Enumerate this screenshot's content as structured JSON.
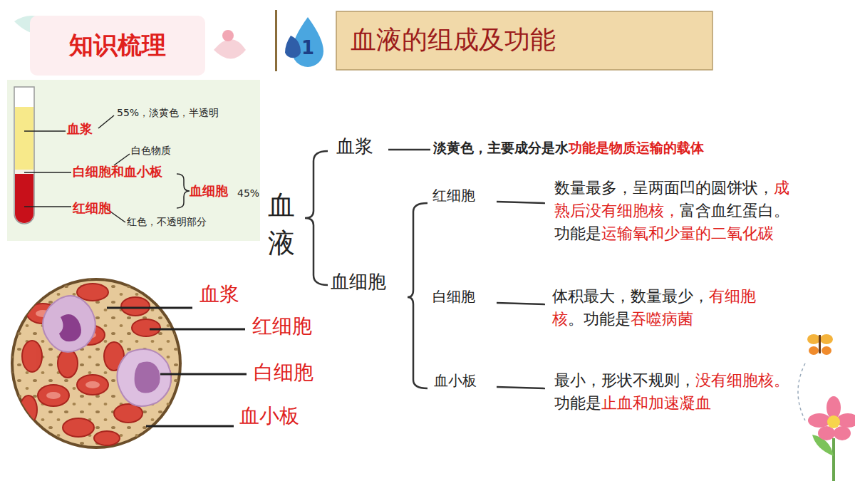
{
  "diagram": {
    "title": "血液的组成及功能",
    "nodes": [
      {
        "text": [
          "知识梳理"
        ]
      }
    ],
    "labels": [
      "1",
      "血浆",
      "55%，淡黄色，半透明",
      "白色物质",
      "白细胞和血小板",
      "血细胞",
      "45%",
      "红细胞",
      "红色，不透明部分",
      "血浆",
      "红细胞",
      "白细胞",
      "血小板",
      "血液",
      "血浆",
      "淡黄色，主要成分是水",
      "功能是物质运输的载体",
      "血细胞",
      "红细胞",
      "数量最多，呈两面凹的圆饼状，",
      "成熟后没有细胞核，",
      "富含血红蛋白。功能是",
      "运输氧和少量的二氧化碳",
      "白细胞",
      "体积最大，数量最少，",
      "有细胞核",
      "。功能是",
      "吞噬病菌",
      "血小板",
      "最小，形状不规则，",
      "没有细胞核。",
      "功能是",
      "止血和加速凝血"
    ]
  }
}
